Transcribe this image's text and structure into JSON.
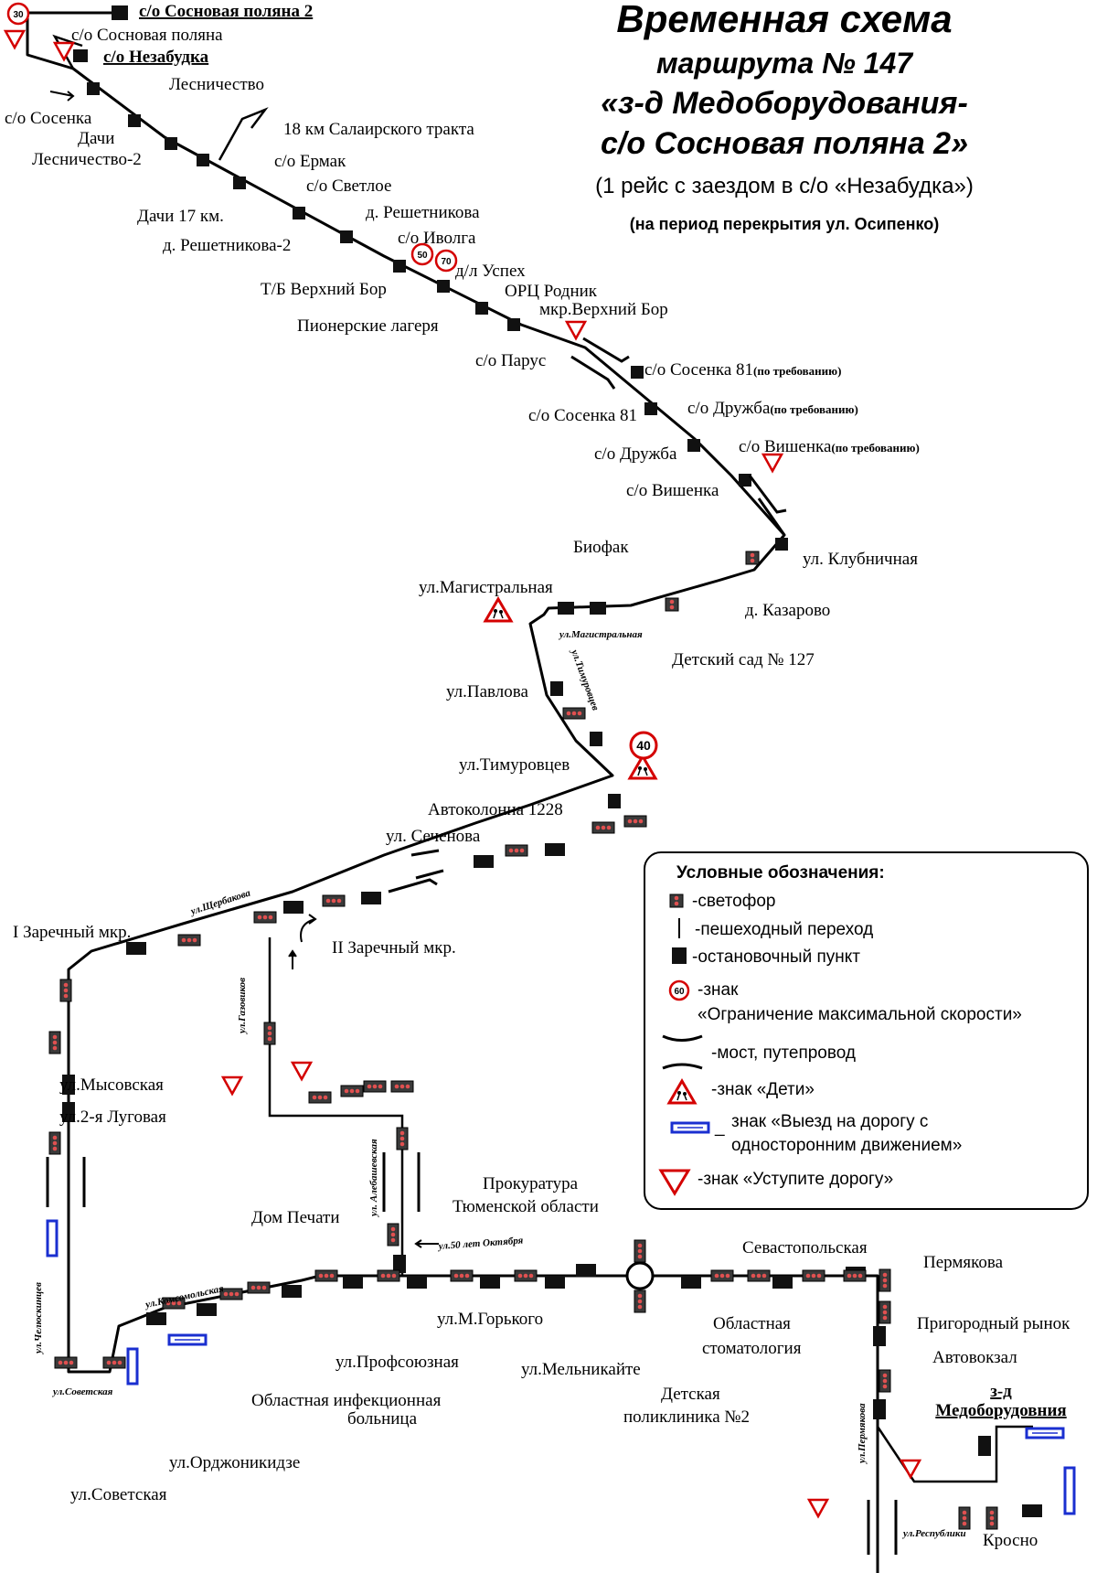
{
  "title": {
    "line1": "Временная схема",
    "line2": "маршрута № 147",
    "line3": "«з-д Медоборудования-",
    "line4": "с/о Сосновая поляна 2»",
    "subtitle": "(1 рейс с заездом в с/о «Незабудка»)",
    "note": "(на период перекрытия ул. Осипенко)"
  },
  "stops": {
    "sosnovaya2": "с/о Сосновая поляна 2",
    "sosnovaya": "с/о Сосновая поляна",
    "nezabudka": "с/о Незабудка",
    "lesnichestvo": "Лесничество",
    "sosenka": "с/о Сосенка",
    "dachi": "Дачи",
    "lesnichestvo2": "Лесничество-2",
    "km18": "18 км Салаирского тракта",
    "ermak": "с/о Ермак",
    "svetloe": "с/о Светлое",
    "dachi17": "Дачи 17 км.",
    "reshetnikova": "д. Решетникова",
    "reshetnikova2": "д. Решетникова-2",
    "ivolga": "с/о Иволга",
    "uspeh": "д/л Успех",
    "verhnybor_tb": "Т/Б Верхний Бор",
    "rodnik": "ОРЦ Родник",
    "verhnybor_mkr": "мкр.Верхний Бор",
    "pionerskie": "Пионерские лагеря",
    "parus": "с/о Парус",
    "sosenka81_r": "с/о Сосенка 81",
    "on_request_1": "(по требованию)",
    "sosenka81_l": "с/о Сосенка 81",
    "druzhba_r": "с/о Дружба",
    "on_request_2": "(по требованию)",
    "druzhba_l": "с/о Дружба",
    "vishenka_r": "с/о Вишенка",
    "on_request_3": "(по требованию)",
    "vishenka_l": "с/о Вишенка",
    "klubnichnaya": "ул. Клубничная",
    "biofak": "Биофак",
    "magistralnaya": "ул.Магистральная",
    "kazarovo": "д. Казарово",
    "detsad127": "Детский сад № 127",
    "pavlova": "ул.Павлова",
    "timurovcev": "ул.Тимуровцев",
    "avtokolonna": "Автоколонна 1228",
    "sechenova": "ул. Сеченова",
    "zarechny1": "I Заречный мкр.",
    "zarechny2": "II Заречный мкр.",
    "mysovskaya": "ул.Мысовская",
    "lugovaya2": "ул.2-я Луговая",
    "dom_pechati": "Дом Печати",
    "prokuratura1": "Прокуратура",
    "prokuratura2": "Тюменской области",
    "sevastopolskaya": "Севастопольская",
    "permyakova": "Пермякова",
    "m_gorkogo": "ул.М.Горького",
    "oblastnaya_stom1": "Областная",
    "oblastnaya_stom2": "стоматология",
    "prigorodny": "Пригородный рынок",
    "avtovokzal": "Автовокзал",
    "zavod1": "з-д",
    "zavod2": "Медоборудовния",
    "profsoyuznaya": "ул.Профсоюзная",
    "melnikaite": "ул.Мельникайте",
    "infekc1": "Областная инфекционная",
    "infekc2": "больница",
    "detpoli1": "Детская",
    "detpoli2": "поликлиника №2",
    "ordzhonikidze": "ул.Орджоникидзе",
    "sovetskaya": "ул.Советская",
    "krasno": "Кросно"
  },
  "streets": {
    "magistralnaya": "ул.Магистральная",
    "timurovcev": "ул.Тимуровцев",
    "shcherbakova": "ул.Щербакова",
    "gazovikov": "ул.Газовиков",
    "alebashevskaya": "ул. Алебашевская",
    "oktyabrya50": "ул.50 лет Октября",
    "komsomolskaya": "ул.Комсомольская",
    "chelyuskincev": "ул.Челюскинцев",
    "sovetskaya": "ул.Советская",
    "permyakova": "ул.Пермякова",
    "respubliki": "ул.Республики"
  },
  "speed_signs": {
    "s30": "30",
    "s50": "50",
    "s70": "70",
    "s40": "40",
    "legend": "60"
  },
  "legend": {
    "title": "Условные обозначения:",
    "svetofor": "-светофор",
    "crossing": "-пешеходный переход",
    "stop": "-остановочный пункт",
    "speed1": "-знак",
    "speed2": "«Ограничение максимальной скорости»",
    "bridge": "-мост, путепровод",
    "children": "-знак «Дети»",
    "oneway_dash": "_",
    "oneway1": "знак «Выезд на дорогу с",
    "oneway2": "односторонним движением»",
    "yield": "-знак «Уступите дорогу»"
  },
  "colors": {
    "route": "#000000",
    "sign_red": "#d40000",
    "oneway_blue": "#1a2fd0"
  }
}
